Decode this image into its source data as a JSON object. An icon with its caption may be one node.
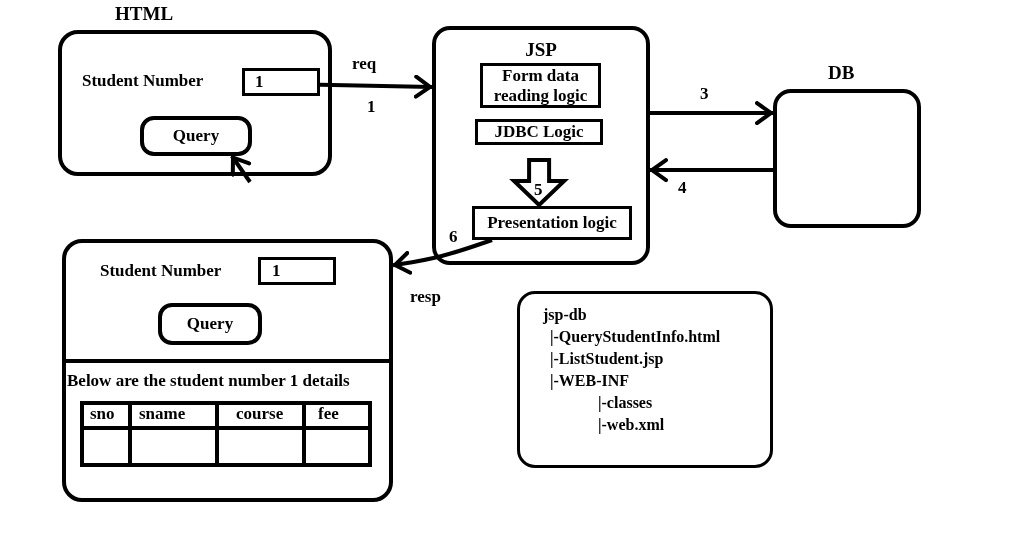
{
  "diagram": {
    "nodes": [
      {
        "text": [
          "HTML",
          "Student Number"
        ]
      },
      {
        "text": [
          "1"
        ],
        "in": 0
      },
      {
        "text": [
          "Query"
        ],
        "in": 0
      },
      {
        "text": [
          "JSP"
        ]
      },
      {
        "text": [
          "Form data reading logic"
        ],
        "in": 3
      },
      {
        "text": [
          "JDBC Logic"
        ],
        "in": 3
      },
      {
        "text": [
          "Presentation logic"
        ],
        "in": 3
      },
      {
        "text": [
          "DB"
        ]
      },
      {
        "text": [
          "Student Number",
          "Below are the student number 1 details"
        ]
      },
      {
        "text": [
          "1"
        ],
        "in": 8
      },
      {
        "text": [
          "Query"
        ],
        "in": 8
      },
      {
        "text": [
          "jsp-db",
          "|-QueryStudentInfo.html",
          "|-ListStudent.jsp",
          "|-WEB-INF",
          "|-classes",
          "|-web.xml"
        ]
      }
    ],
    "edges": [
      {
        "from": 1,
        "to": 3,
        "arrow": "to",
        "label": "req"
      },
      {
        "from": 3,
        "to": 7,
        "arrow": "to",
        "label": "3"
      },
      {
        "from": 7,
        "to": 3,
        "arrow": "to",
        "label": "4"
      },
      {
        "from": 5,
        "to": 6,
        "arrow": "to",
        "label": "5",
        "style": "thick"
      },
      {
        "from": 6,
        "to": 8,
        "arrow": "to",
        "label": "6"
      },
      {
        "from": null,
        "to": 2,
        "arrow": "to"
      }
    ],
    "labels": [
      "1",
      "resp",
      "sno",
      "sname",
      "course",
      "fee"
    ]
  }
}
